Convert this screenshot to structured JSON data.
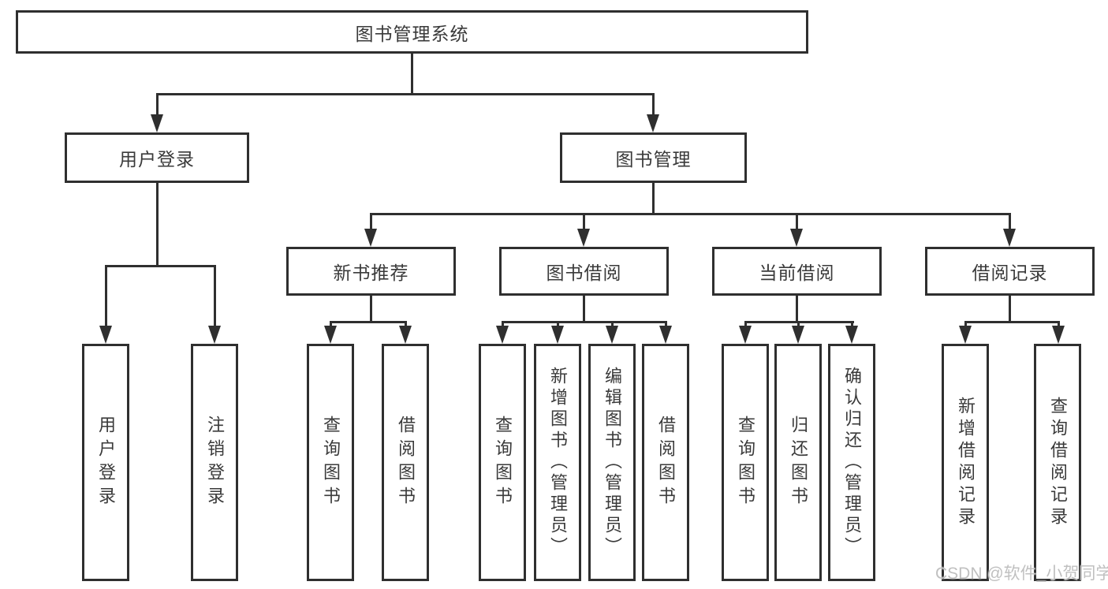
{
  "title": "图书管理系统",
  "watermark": "CSDN @软件_小贺同学",
  "colors": {
    "line": "#2f2f2f",
    "text": "#3a3a3a",
    "background": "#ffffff",
    "watermark": "#c0c0c0"
  },
  "level2": {
    "user_login": "用户登录",
    "book_management": "图书管理"
  },
  "level3": {
    "new_books": "新书推荐",
    "book_borrow": "图书借阅",
    "current_borrow": "当前借阅",
    "borrow_records": "借阅记录"
  },
  "leaves": {
    "user_login_children": [
      "用户登录",
      "注销登录"
    ],
    "new_books_children": [
      "查询图书",
      "借阅图书"
    ],
    "book_borrow_children": [
      "查询图书",
      "新增图书（管理员）",
      "编辑图书（管理员）",
      "借阅图书"
    ],
    "current_borrow_children": [
      "查询图书",
      "归还图书",
      "确认归还（管理员）"
    ],
    "borrow_records_children": [
      "新增借阅记录",
      "查询借阅记录"
    ]
  }
}
